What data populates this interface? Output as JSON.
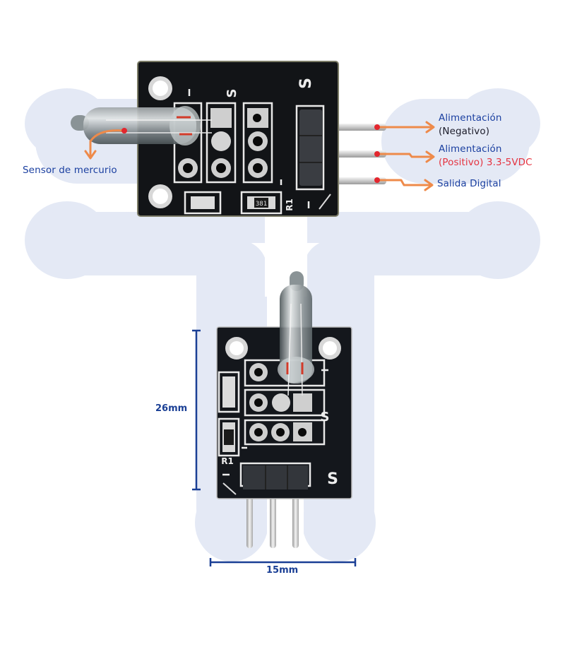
{
  "diagram": {
    "title": "Mercury tilt sensor module pinout and dimensions",
    "colors": {
      "watermark": "#e4e9f5",
      "label_blue": "#1a3fa0",
      "label_dark": "#1c1c2a",
      "label_red": "#e53340",
      "arrow_orange": "#ee8a4a",
      "marker_red": "#e3262e",
      "dimension_line": "#1a3f95",
      "pcb_black": "#111316",
      "silkscreen": "#e8e8e8"
    },
    "callouts": {
      "sensor": {
        "label": "Sensor de mercurio"
      },
      "pin_negative": {
        "line1": "Alimentación",
        "line2": "(Negativo)"
      },
      "pin_positive": {
        "line1": "Alimentación",
        "line2": "(Positivo) 3.3-5VDC"
      },
      "pin_signal": {
        "line1": "Salida Digital"
      }
    },
    "silkscreen": {
      "s_marker": "S",
      "minus_marker": "-",
      "resistor_ref": "R1",
      "resistor_code": "381"
    },
    "dimensions": {
      "height": "26mm",
      "width": "15mm"
    }
  }
}
